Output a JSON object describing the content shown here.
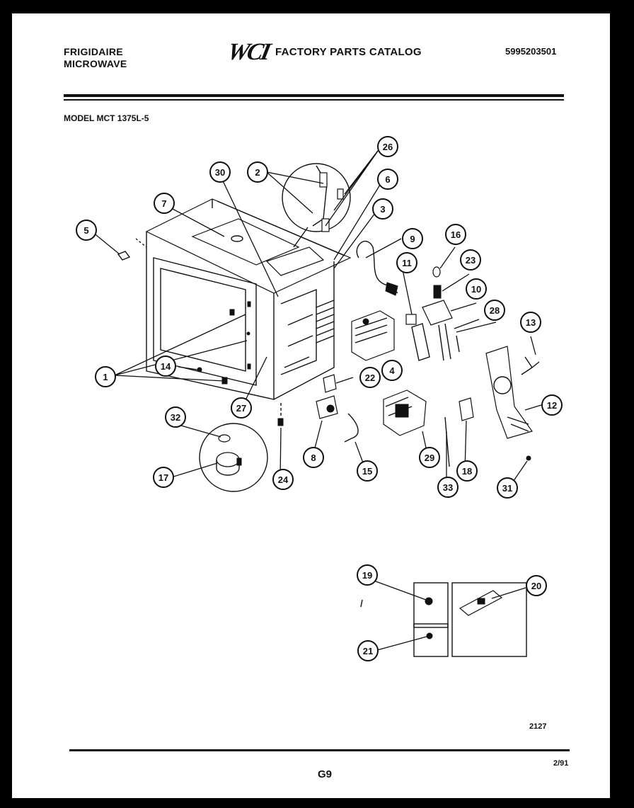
{
  "header": {
    "brand_line1": "FRIGIDAIRE",
    "brand_line2": "MICROWAVE",
    "logo": "WCI",
    "catalog_title": "FACTORY PARTS CATALOG",
    "catalog_number": "5995203501",
    "model": "MODEL MCT 1375L-5"
  },
  "footer": {
    "page_code": "G9",
    "date": "2/91",
    "diagram_number": "2127"
  },
  "callouts": [
    "1",
    "2",
    "3",
    "4",
    "5",
    "6",
    "7",
    "8",
    "9",
    "10",
    "11",
    "12",
    "13",
    "14",
    "15",
    "16",
    "17",
    "18",
    "19",
    "20",
    "21",
    "22",
    "23",
    "24",
    "26",
    "27",
    "28",
    "29",
    "30",
    "31",
    "32",
    "33"
  ],
  "colors": {
    "ink": "#111111",
    "paper": "#ffffff",
    "border": "#000000"
  }
}
